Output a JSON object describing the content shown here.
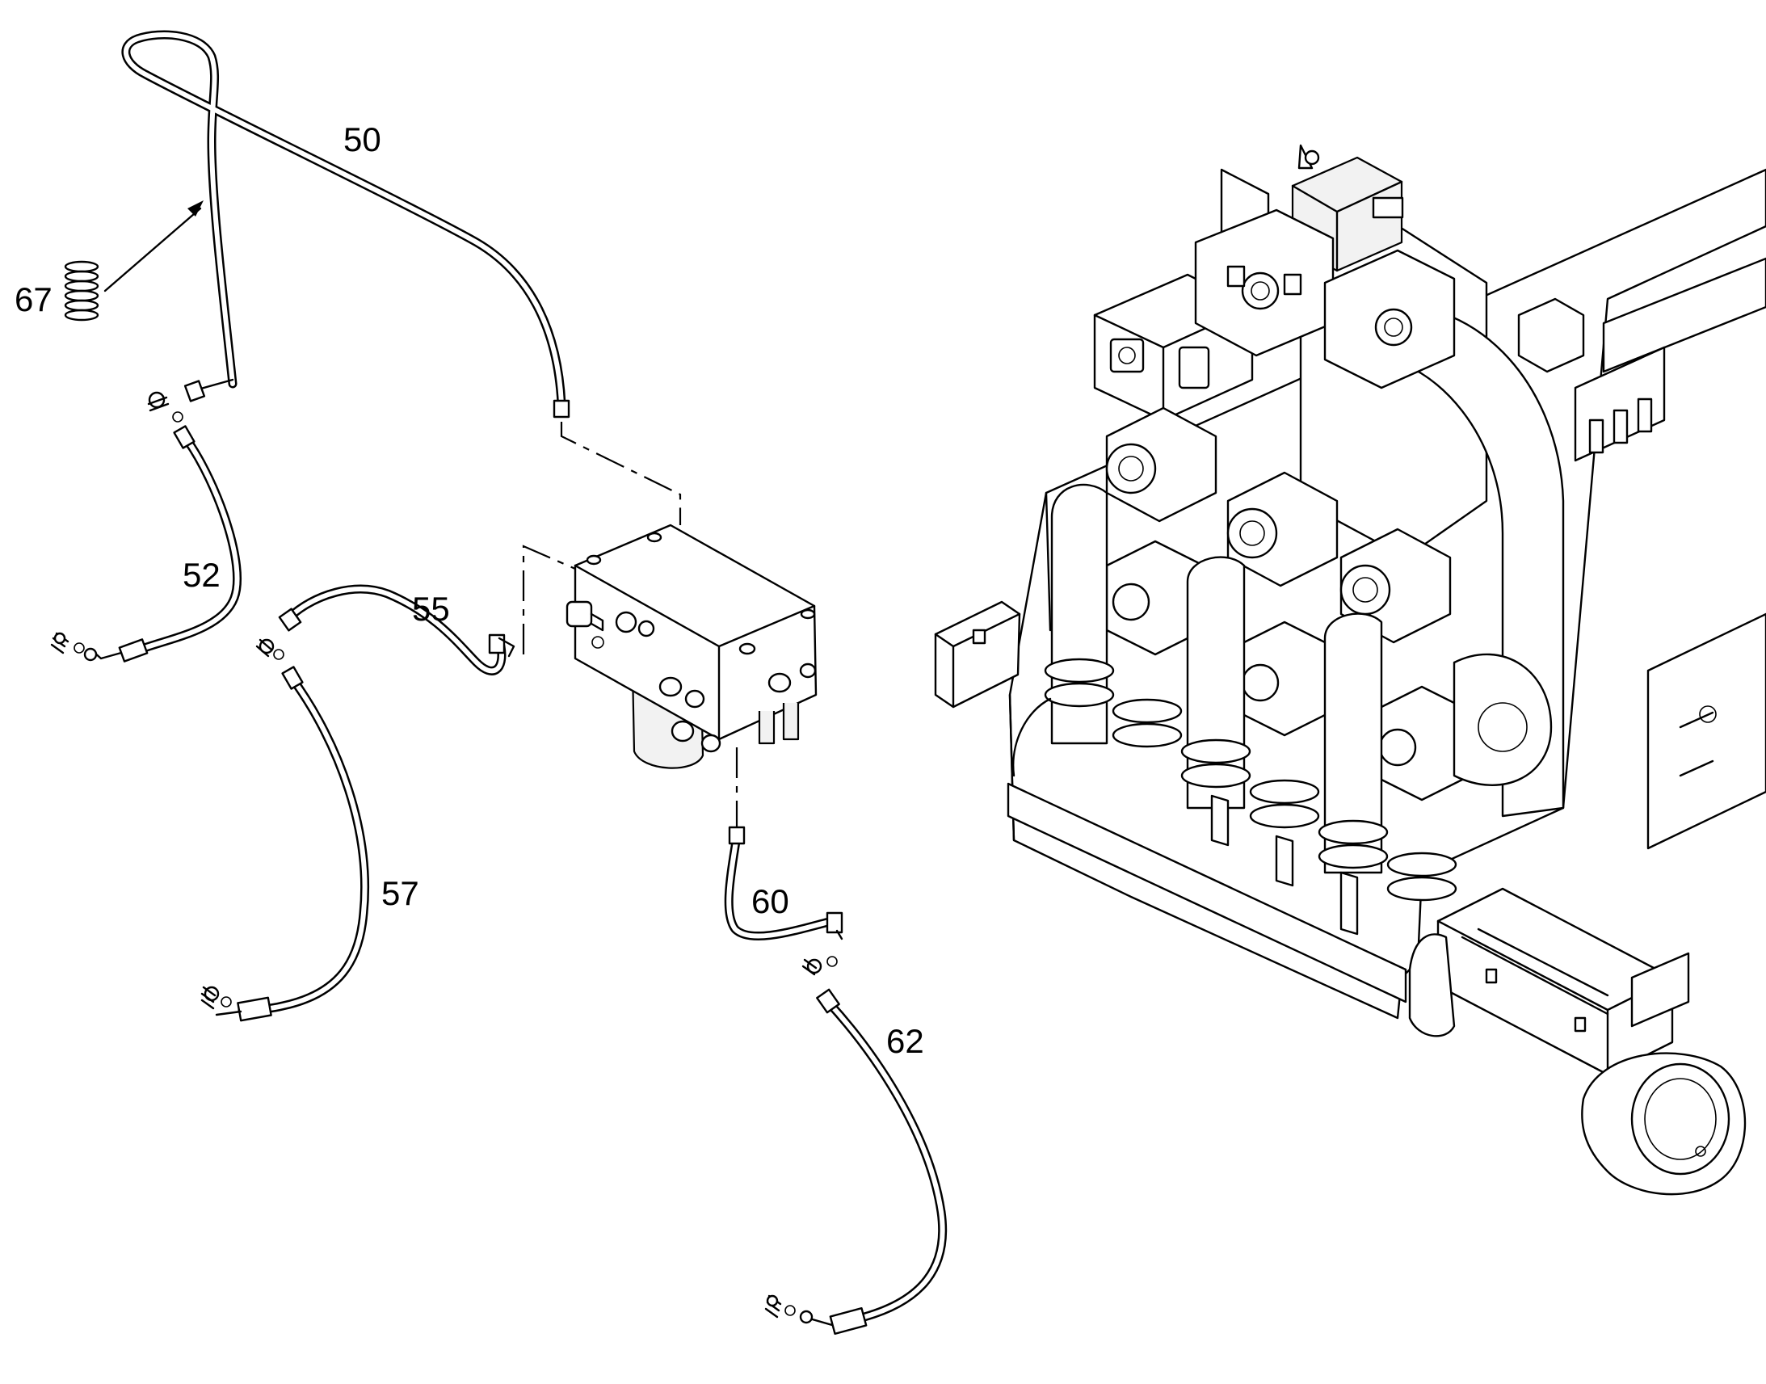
{
  "callouts": [
    {
      "id": "hose-50",
      "label": "50"
    },
    {
      "id": "hose-52",
      "label": "52"
    },
    {
      "id": "hose-55",
      "label": "55"
    },
    {
      "id": "hose-57",
      "label": "57"
    },
    {
      "id": "hose-60",
      "label": "60"
    },
    {
      "id": "hose-62",
      "label": "62"
    },
    {
      "id": "spring-guard-67",
      "label": "67"
    }
  ]
}
